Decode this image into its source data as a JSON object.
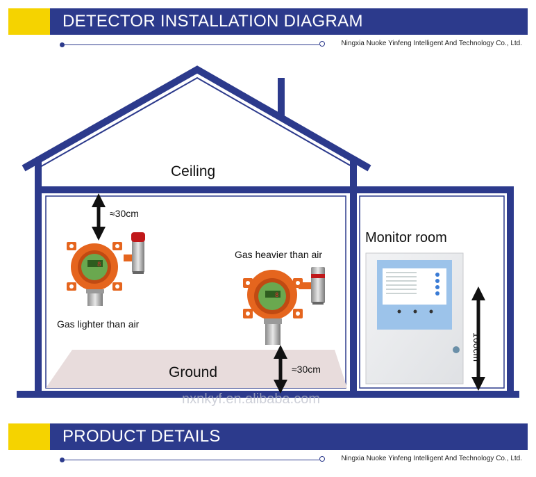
{
  "header": {
    "title": "DETECTOR INSTALLATION DIAGRAM",
    "company": "Ningxia Nuoke Yinfeng Intelligent And Technology Co., Ltd."
  },
  "diagram": {
    "ceiling_label": "Ceiling",
    "ground_label": "Ground",
    "monitor_room_label": "Monitor room",
    "light_gas_label": "Gas lighter than air",
    "heavy_gas_label": "Gas heavier than air",
    "ceiling_distance": "≈30cm",
    "ground_distance": "≈30cm",
    "panel_height": "160cm",
    "detector_display_value": "8"
  },
  "watermark": "nxnkyf.en.alibaba.com",
  "footer": {
    "title": "PRODUCT DETAILS",
    "company": "Ningxia Nuoke Yinfeng Intelligent And Technology Co., Ltd."
  },
  "colors": {
    "brand_blue": "#2c3a8c",
    "accent_yellow": "#f5d300",
    "detector_orange": "#e5651e"
  }
}
